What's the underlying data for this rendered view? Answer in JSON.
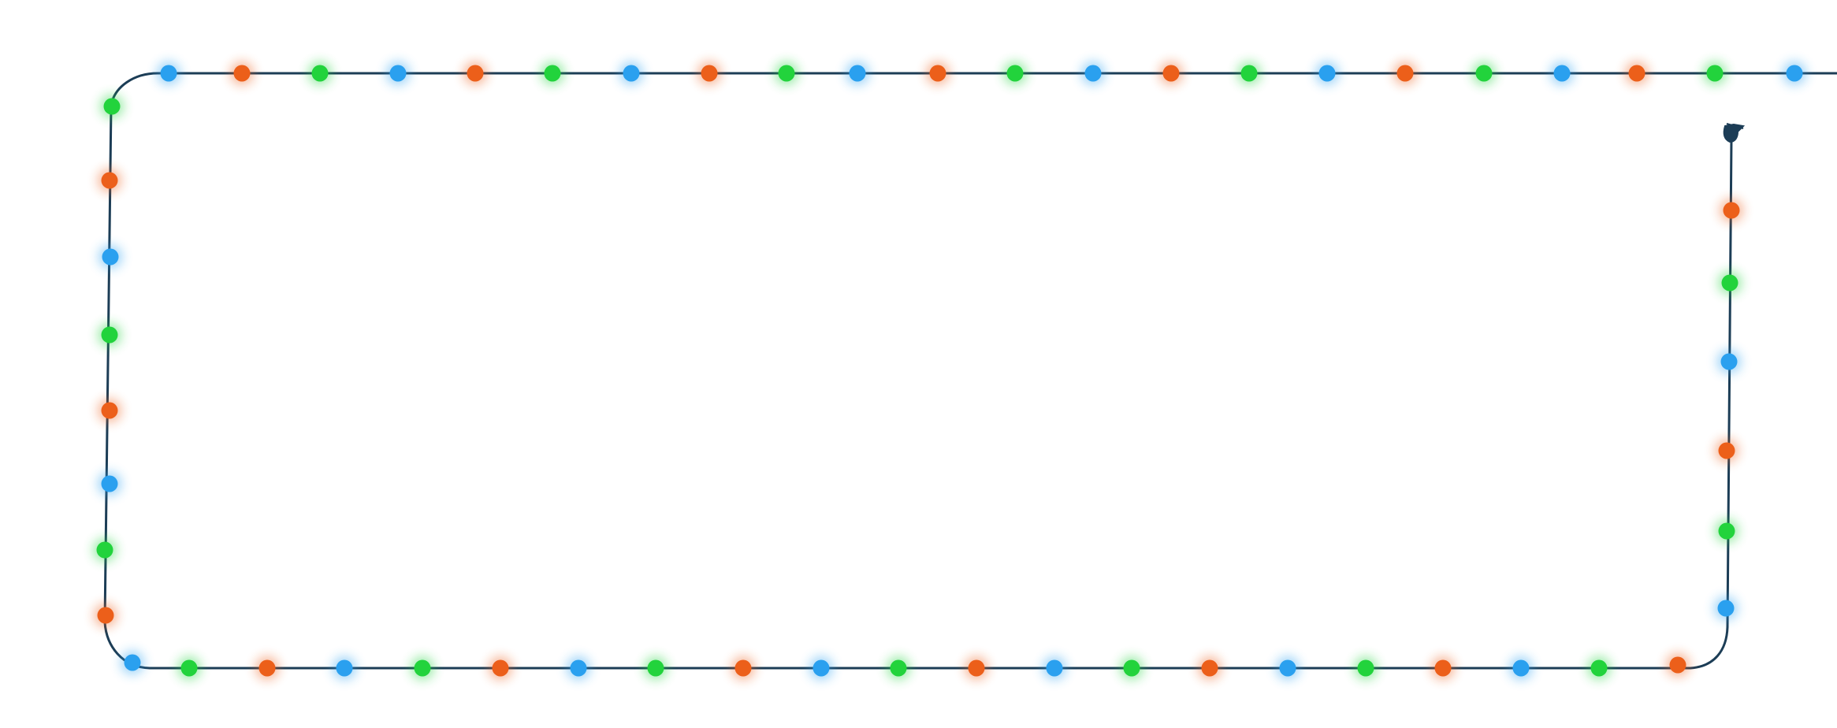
{
  "colors": {
    "wire": "#1c3d56",
    "plug": "#1c3d56",
    "blue": "#2aa0ef",
    "green": "#22d33c",
    "orange": "#ec5f1a"
  },
  "bulb_pattern": [
    "blue",
    "green",
    "orange"
  ],
  "icons": {
    "plug": "plug-icon"
  }
}
